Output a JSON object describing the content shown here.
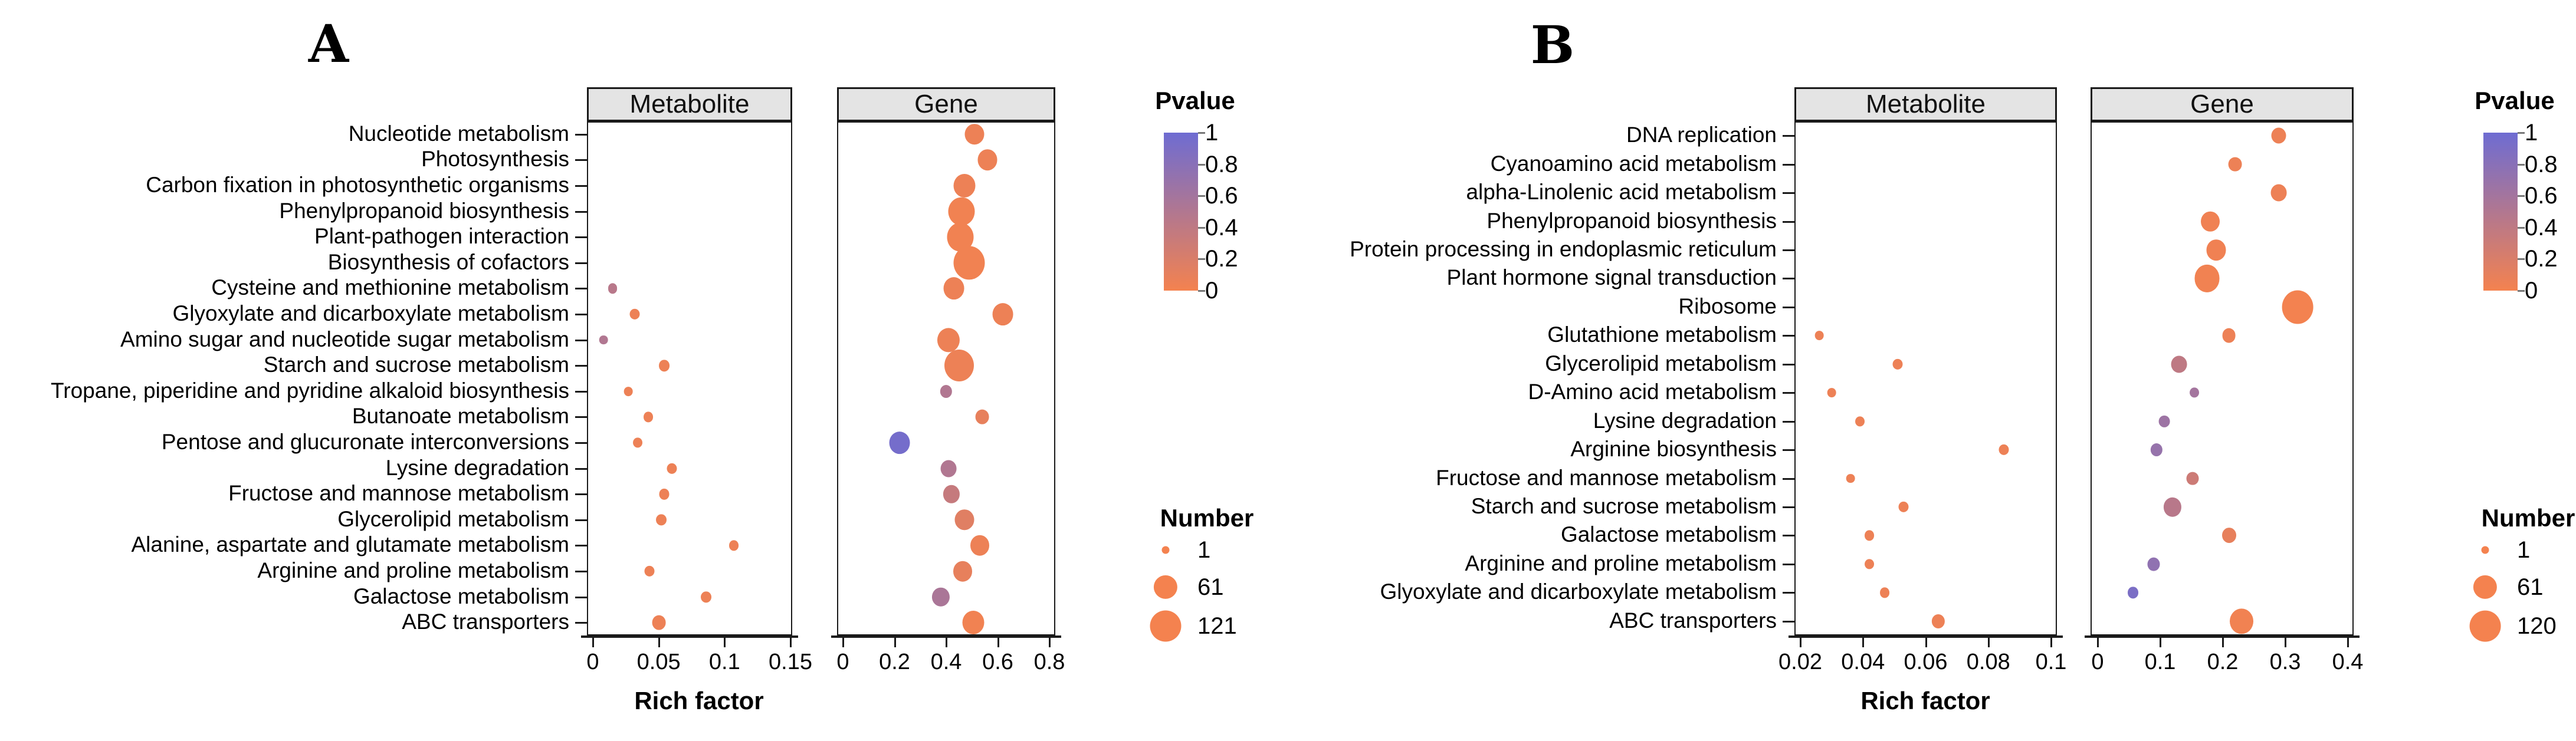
{
  "colors": {
    "pvalue_low": "#F4824F",
    "pvalue_high": "#6E6CD2",
    "facet_header_bg": "#E4E4E4",
    "border": "#1A1A1A",
    "text": "#000000"
  },
  "chart_data": [
    {
      "type": "scatter",
      "label": "A",
      "xlabel": "Rich factor",
      "facets": [
        {
          "title": "Metabolite",
          "xmin": 0,
          "xmax": 0.15,
          "tick_values": [
            0,
            0.05,
            0.1,
            0.15
          ],
          "ticks": [
            "0",
            "0.05",
            "0.1",
            "0.15"
          ]
        },
        {
          "title": "Gene",
          "xmin": 0,
          "xmax": 0.8,
          "tick_values": [
            0,
            0.2,
            0.4,
            0.6,
            0.8
          ],
          "ticks": [
            "0",
            "0.2",
            "0.4",
            "0.6",
            "0.8"
          ]
        }
      ],
      "categories": [
        "Nucleotide metabolism",
        "Photosynthesis",
        "Carbon fixation in photosynthetic organisms",
        "Phenylpropanoid biosynthesis",
        "Plant-pathogen interaction",
        "Biosynthesis of cofactors",
        "Cysteine and methionine metabolism",
        "Glyoxylate and dicarboxylate metabolism",
        "Amino sugar and nucleotide sugar metabolism",
        "Starch and sucrose metabolism",
        "Tropane, piperidine and pyridine alkaloid biosynthesis",
        "Butanoate metabolism",
        "Pentose and glucuronate interconversions",
        "Lysine degradation",
        "Fructose and mannose metabolism",
        "Glycerolipid metabolism",
        "Alanine, aspartate and glutamate metabolism",
        "Arginine and proline metabolism",
        "Galactose metabolism",
        "ABC transporters"
      ],
      "points": [
        {
          "facet": "Metabolite",
          "category": "Cysteine and methionine metabolism",
          "rich_factor": 0.015,
          "number": 3,
          "pvalue": 0.45
        },
        {
          "facet": "Metabolite",
          "category": "Glyoxylate and dicarboxylate metabolism",
          "rich_factor": 0.032,
          "number": 4,
          "pvalue": 0.05
        },
        {
          "facet": "Metabolite",
          "category": "Amino sugar and nucleotide sugar metabolism",
          "rich_factor": 0.008,
          "number": 2,
          "pvalue": 0.5
        },
        {
          "facet": "Metabolite",
          "category": "Starch and sucrose metabolism",
          "rich_factor": 0.054,
          "number": 5,
          "pvalue": 0.05
        },
        {
          "facet": "Metabolite",
          "category": "Tropane, piperidine and pyridine alkaloid biosynthesis",
          "rich_factor": 0.027,
          "number": 2,
          "pvalue": 0.05
        },
        {
          "facet": "Metabolite",
          "category": "Butanoate metabolism",
          "rich_factor": 0.042,
          "number": 3,
          "pvalue": 0.05
        },
        {
          "facet": "Metabolite",
          "category": "Pentose and glucuronate interconversions",
          "rich_factor": 0.034,
          "number": 3,
          "pvalue": 0.05
        },
        {
          "facet": "Metabolite",
          "category": "Lysine degradation",
          "rich_factor": 0.06,
          "number": 4,
          "pvalue": 0.05
        },
        {
          "facet": "Metabolite",
          "category": "Fructose and mannose metabolism",
          "rich_factor": 0.054,
          "number": 4,
          "pvalue": 0.05
        },
        {
          "facet": "Metabolite",
          "category": "Glycerolipid metabolism",
          "rich_factor": 0.052,
          "number": 5,
          "pvalue": 0.05
        },
        {
          "facet": "Metabolite",
          "category": "Alanine, aspartate and glutamate metabolism",
          "rich_factor": 0.107,
          "number": 3,
          "pvalue": 0.05
        },
        {
          "facet": "Metabolite",
          "category": "Arginine and proline metabolism",
          "rich_factor": 0.043,
          "number": 4,
          "pvalue": 0.05
        },
        {
          "facet": "Metabolite",
          "category": "Galactose metabolism",
          "rich_factor": 0.086,
          "number": 5,
          "pvalue": 0.05
        },
        {
          "facet": "Metabolite",
          "category": "ABC transporters",
          "rich_factor": 0.05,
          "number": 12,
          "pvalue": 0.05
        },
        {
          "facet": "Gene",
          "category": "Nucleotide metabolism",
          "rich_factor": 0.51,
          "number": 36,
          "pvalue": 0.05
        },
        {
          "facet": "Gene",
          "category": "Photosynthesis",
          "rich_factor": 0.56,
          "number": 36,
          "pvalue": 0.05
        },
        {
          "facet": "Gene",
          "category": "Carbon fixation in photosynthetic organisms",
          "rich_factor": 0.47,
          "number": 49,
          "pvalue": 0.05
        },
        {
          "facet": "Gene",
          "category": "Phenylpropanoid biosynthesis",
          "rich_factor": 0.46,
          "number": 81,
          "pvalue": 0.02
        },
        {
          "facet": "Gene",
          "category": "Plant-pathogen interaction",
          "rich_factor": 0.455,
          "number": 81,
          "pvalue": 0.02
        },
        {
          "facet": "Gene",
          "category": "Biosynthesis of cofactors",
          "rich_factor": 0.49,
          "number": 121,
          "pvalue": 0.02
        },
        {
          "facet": "Gene",
          "category": "Cysteine and methionine metabolism",
          "rich_factor": 0.43,
          "number": 42,
          "pvalue": 0.05
        },
        {
          "facet": "Gene",
          "category": "Glyoxylate and dicarboxylate metabolism",
          "rich_factor": 0.62,
          "number": 42,
          "pvalue": 0.05
        },
        {
          "facet": "Gene",
          "category": "Amino sugar and nucleotide sugar metabolism",
          "rich_factor": 0.41,
          "number": 53,
          "pvalue": 0.05
        },
        {
          "facet": "Gene",
          "category": "Starch and sucrose metabolism",
          "rich_factor": 0.45,
          "number": 105,
          "pvalue": 0.05
        },
        {
          "facet": "Gene",
          "category": "Tropane, piperidine and pyridine alkaloid biosynthesis",
          "rich_factor": 0.4,
          "number": 8,
          "pvalue": 0.5
        },
        {
          "facet": "Gene",
          "category": "Butanoate metabolism",
          "rich_factor": 0.54,
          "number": 12,
          "pvalue": 0.1
        },
        {
          "facet": "Gene",
          "category": "Pentose and glucuronate interconversions",
          "rich_factor": 0.22,
          "number": 42,
          "pvalue": 0.95
        },
        {
          "facet": "Gene",
          "category": "Lysine degradation",
          "rich_factor": 0.41,
          "number": 20,
          "pvalue": 0.5
        },
        {
          "facet": "Gene",
          "category": "Fructose and mannose metabolism",
          "rich_factor": 0.42,
          "number": 23,
          "pvalue": 0.35
        },
        {
          "facet": "Gene",
          "category": "Glycerolipid metabolism",
          "rich_factor": 0.47,
          "number": 36,
          "pvalue": 0.15
        },
        {
          "facet": "Gene",
          "category": "Alanine, aspartate and glutamate metabolism",
          "rich_factor": 0.53,
          "number": 33,
          "pvalue": 0.05
        },
        {
          "facet": "Gene",
          "category": "Arginine and proline metabolism",
          "rich_factor": 0.465,
          "number": 33,
          "pvalue": 0.1
        },
        {
          "facet": "Gene",
          "category": "Galactose metabolism",
          "rich_factor": 0.38,
          "number": 28,
          "pvalue": 0.55
        },
        {
          "facet": "Gene",
          "category": "ABC transporters",
          "rich_factor": 0.505,
          "number": 49,
          "pvalue": 0.02
        }
      ],
      "legend": {
        "pvalue": {
          "title": "Pvalue",
          "min": 0,
          "max": 1,
          "ticks": [
            "1",
            "0.8",
            "0.6",
            "0.4",
            "0.2",
            "0"
          ]
        },
        "number": {
          "title": "Number",
          "items": [
            {
              "value": 1,
              "label": "1"
            },
            {
              "value": 61,
              "label": "61"
            },
            {
              "value": 121,
              "label": "121"
            }
          ]
        }
      }
    },
    {
      "type": "scatter",
      "label": "B",
      "xlabel": "Rich factor",
      "facets": [
        {
          "title": "Metabolite",
          "xmin": 0.02,
          "xmax": 0.1,
          "tick_values": [
            0.02,
            0.04,
            0.06,
            0.08,
            0.1
          ],
          "ticks": [
            "0.02",
            "0.04",
            "0.06",
            "0.08",
            "0.1"
          ]
        },
        {
          "title": "Gene",
          "xmin": 0,
          "xmax": 0.4,
          "tick_values": [
            0,
            0.1,
            0.2,
            0.3,
            0.4
          ],
          "ticks": [
            "0",
            "0.1",
            "0.2",
            "0.3",
            "0.4"
          ]
        }
      ],
      "categories": [
        "DNA replication",
        "Cyanoamino acid metabolism",
        "alpha-Linolenic acid metabolism",
        "Phenylpropanoid biosynthesis",
        "Protein processing in endoplasmic reticulum",
        "Plant hormone signal transduction",
        "Ribosome",
        "Glutathione metabolism",
        "Glycerolipid metabolism",
        "D-Amino acid metabolism",
        "Lysine degradation",
        "Arginine biosynthesis",
        "Fructose and mannose metabolism",
        "Starch and sucrose metabolism",
        "Galactose metabolism",
        "Arginine and proline metabolism",
        "Glyoxylate and dicarboxylate metabolism",
        "ABC transporters"
      ],
      "points": [
        {
          "facet": "Metabolite",
          "category": "Glutathione metabolism",
          "rich_factor": 0.026,
          "number": 2,
          "pvalue": 0.05
        },
        {
          "facet": "Metabolite",
          "category": "Glycerolipid metabolism",
          "rich_factor": 0.051,
          "number": 4,
          "pvalue": 0.05
        },
        {
          "facet": "Metabolite",
          "category": "D-Amino acid metabolism",
          "rich_factor": 0.03,
          "number": 2,
          "pvalue": 0.05
        },
        {
          "facet": "Metabolite",
          "category": "Lysine degradation",
          "rich_factor": 0.039,
          "number": 3,
          "pvalue": 0.05
        },
        {
          "facet": "Metabolite",
          "category": "Arginine biosynthesis",
          "rich_factor": 0.085,
          "number": 4,
          "pvalue": 0.05
        },
        {
          "facet": "Metabolite",
          "category": "Fructose and mannose metabolism",
          "rich_factor": 0.036,
          "number": 2,
          "pvalue": 0.05
        },
        {
          "facet": "Metabolite",
          "category": "Starch and sucrose metabolism",
          "rich_factor": 0.053,
          "number": 4,
          "pvalue": 0.05
        },
        {
          "facet": "Metabolite",
          "category": "Galactose metabolism",
          "rich_factor": 0.042,
          "number": 3,
          "pvalue": 0.05
        },
        {
          "facet": "Metabolite",
          "category": "Arginine and proline metabolism",
          "rich_factor": 0.042,
          "number": 3,
          "pvalue": 0.05
        },
        {
          "facet": "Metabolite",
          "category": "Glyoxylate and dicarboxylate metabolism",
          "rich_factor": 0.047,
          "number": 3,
          "pvalue": 0.05
        },
        {
          "facet": "Metabolite",
          "category": "ABC transporters",
          "rich_factor": 0.064,
          "number": 11,
          "pvalue": 0.05
        },
        {
          "facet": "Gene",
          "category": "DNA replication",
          "rich_factor": 0.29,
          "number": 16,
          "pvalue": 0.05
        },
        {
          "facet": "Gene",
          "category": "Cyanoamino acid metabolism",
          "rich_factor": 0.22,
          "number": 12,
          "pvalue": 0.05
        },
        {
          "facet": "Gene",
          "category": "alpha-Linolenic acid metabolism",
          "rich_factor": 0.29,
          "number": 20,
          "pvalue": 0.05
        },
        {
          "facet": "Gene",
          "category": "Phenylpropanoid biosynthesis",
          "rich_factor": 0.18,
          "number": 33,
          "pvalue": 0.03
        },
        {
          "facet": "Gene",
          "category": "Protein processing in endoplasmic reticulum",
          "rich_factor": 0.19,
          "number": 36,
          "pvalue": 0.03
        },
        {
          "facet": "Gene",
          "category": "Plant hormone signal transduction",
          "rich_factor": 0.175,
          "number": 72,
          "pvalue": 0.02
        },
        {
          "facet": "Gene",
          "category": "Ribosome",
          "rich_factor": 0.32,
          "number": 120,
          "pvalue": 0.01
        },
        {
          "facet": "Gene",
          "category": "Glutathione metabolism",
          "rich_factor": 0.21,
          "number": 12,
          "pvalue": 0.05
        },
        {
          "facet": "Gene",
          "category": "Glycerolipid metabolism",
          "rich_factor": 0.13,
          "number": 20,
          "pvalue": 0.4
        },
        {
          "facet": "Gene",
          "category": "D-Amino acid metabolism",
          "rich_factor": 0.155,
          "number": 3,
          "pvalue": 0.6
        },
        {
          "facet": "Gene",
          "category": "Lysine degradation",
          "rich_factor": 0.107,
          "number": 6,
          "pvalue": 0.65
        },
        {
          "facet": "Gene",
          "category": "Arginine biosynthesis",
          "rich_factor": 0.094,
          "number": 8,
          "pvalue": 0.7
        },
        {
          "facet": "Gene",
          "category": "Fructose and mannose metabolism",
          "rich_factor": 0.152,
          "number": 9,
          "pvalue": 0.3
        },
        {
          "facet": "Gene",
          "category": "Starch and sucrose metabolism",
          "rich_factor": 0.12,
          "number": 28,
          "pvalue": 0.45
        },
        {
          "facet": "Gene",
          "category": "Galactose metabolism",
          "rich_factor": 0.21,
          "number": 14,
          "pvalue": 0.1
        },
        {
          "facet": "Gene",
          "category": "Arginine and proline metabolism",
          "rich_factor": 0.09,
          "number": 9,
          "pvalue": 0.75
        },
        {
          "facet": "Gene",
          "category": "Glyoxylate and dicarboxylate metabolism",
          "rich_factor": 0.057,
          "number": 5,
          "pvalue": 0.9
        },
        {
          "facet": "Gene",
          "category": "ABC transporters",
          "rich_factor": 0.23,
          "number": 60,
          "pvalue": 0.02
        }
      ],
      "legend": {
        "pvalue": {
          "title": "Pvalue",
          "min": 0,
          "max": 1,
          "ticks": [
            "1",
            "0.8",
            "0.6",
            "0.4",
            "0.2",
            "0"
          ]
        },
        "number": {
          "title": "Number",
          "items": [
            {
              "value": 1,
              "label": "1"
            },
            {
              "value": 61,
              "label": "61"
            },
            {
              "value": 120,
              "label": "120"
            }
          ]
        }
      }
    }
  ]
}
